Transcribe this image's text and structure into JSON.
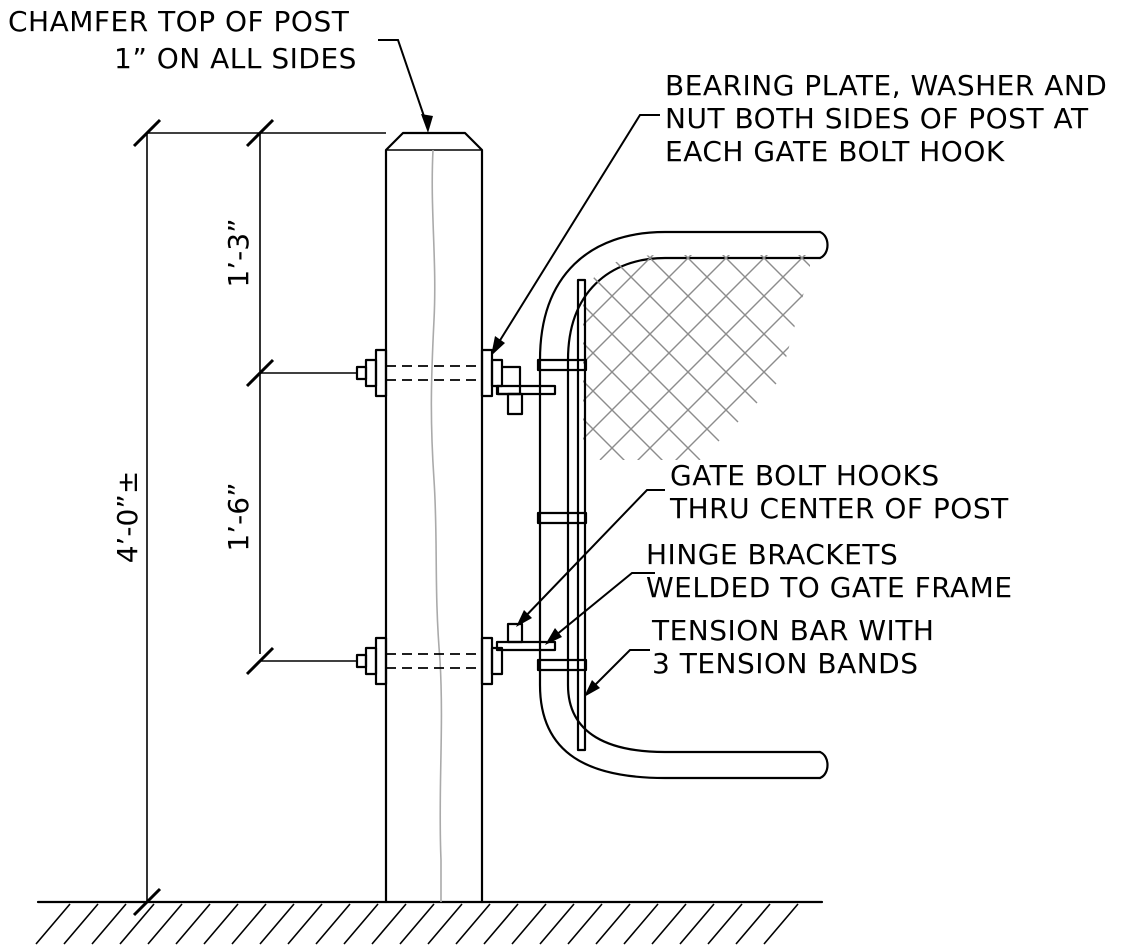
{
  "notes": {
    "chamfer_line1": "CHAMFER TOP OF POST",
    "chamfer_line2": "1” ON ALL SIDES",
    "bearing_line1": "BEARING PLATE, WASHER AND",
    "bearing_line2": "NUT BOTH SIDES OF POST AT",
    "bearing_line3": "EACH GATE BOLT HOOK",
    "hooks_line1": "GATE BOLT HOOKS",
    "hooks_line2": "THRU CENTER OF POST",
    "hinge_line1": "HINGE BRACKETS",
    "hinge_line2": "WELDED TO GATE FRAME",
    "tension_line1": "TENSION BAR WITH",
    "tension_line2": "3 TENSION BANDS"
  },
  "dimensions": {
    "total_height": "4’-0”±",
    "top_to_upper_bolt": "1’-3”",
    "upper_to_lower_bolt": "1’-6”"
  },
  "colors": {
    "line": "#000000",
    "wood_grain": "#aaaaaa",
    "fabric_mesh": "#8c8c8c",
    "background": "#ffffff"
  }
}
